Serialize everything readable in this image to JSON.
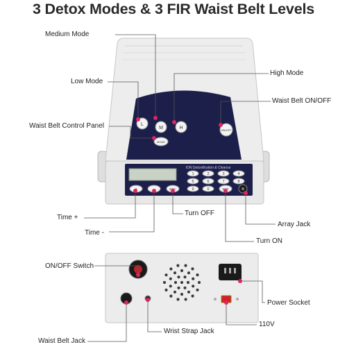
{
  "title": "3 Detox Modes & 3 FIR Waist Belt Levels",
  "labels": {
    "medium_mode": "Medium Mode",
    "low_mode": "Low Mode",
    "high_mode": "High Mode",
    "waist_belt_onoff": "Waist Belt ON/OFF",
    "waist_belt_control_panel": "Waist Belt Control Panel",
    "time_plus": "Time +",
    "time_minus": "Time -",
    "turn_off": "Turn OFF",
    "array_jack": "Array Jack",
    "turn_on": "Turn ON",
    "onoff_switch": "ON/OFF Switch",
    "power_socket": "Power Socket",
    "v110": "110V",
    "wrist_strap_jack": "Wrist Strap Jack",
    "waist_belt_jack": "Waist Belt Jack"
  },
  "device": {
    "panel_brand": "ION Detoxification & Cleanse",
    "mode_buttons": [
      "L",
      "M",
      "H"
    ],
    "belt_button": "ON/OFF",
    "panel_button": "MODE",
    "keypad": [
      "1",
      "2",
      "3",
      "4",
      "5",
      "6",
      "7",
      "8",
      "9",
      "0"
    ],
    "keypad_extra": [
      "+",
      "-",
      "ESC",
      "ENT"
    ]
  },
  "colors": {
    "body": "#ececec",
    "panel": "#1c1f4a",
    "marker": "#e0245e",
    "leader": "#555555",
    "socket": "#1a1a1a"
  }
}
